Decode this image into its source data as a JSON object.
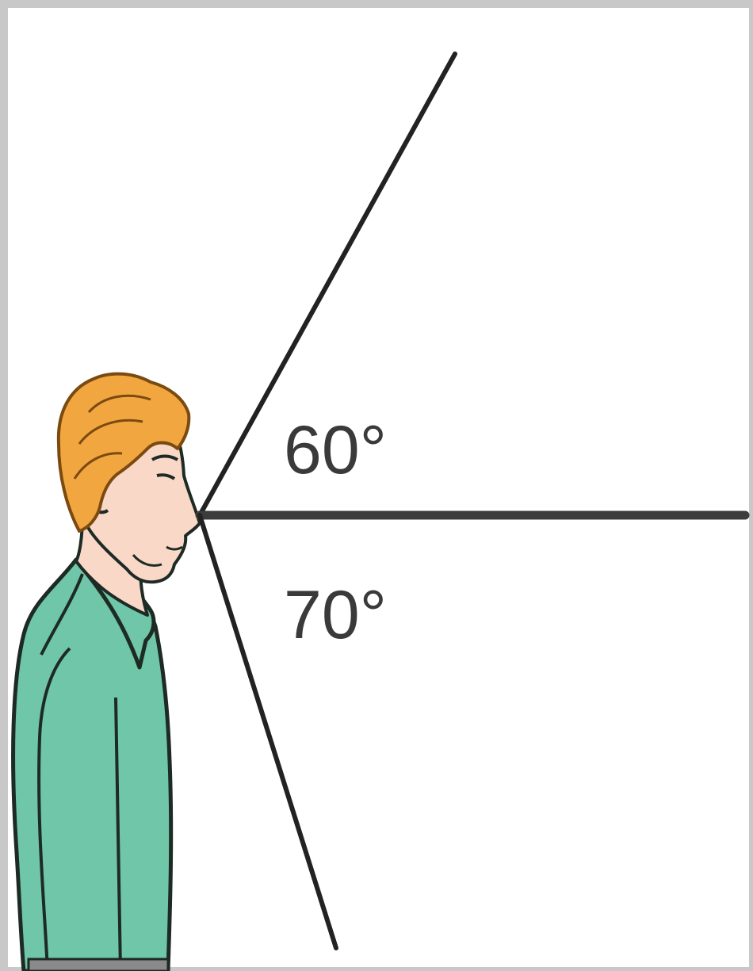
{
  "diagram": {
    "upper_angle_label": "60°",
    "lower_angle_label": "70°",
    "upper_angle_degrees": 60,
    "lower_angle_degrees": 70
  },
  "colors": {
    "frame": "#c8c8c8",
    "background": "#ffffff",
    "line": "#222222",
    "horizontal_line": "#3c3c3c",
    "hair": "#f2a640",
    "hair_outline": "#7a4a10",
    "skin": "#f9d8c8",
    "shirt": "#6fc6a8",
    "outline": "#1e2a24",
    "text": "#3a3a3a"
  },
  "icons": {
    "person": "man-profile-icon"
  }
}
